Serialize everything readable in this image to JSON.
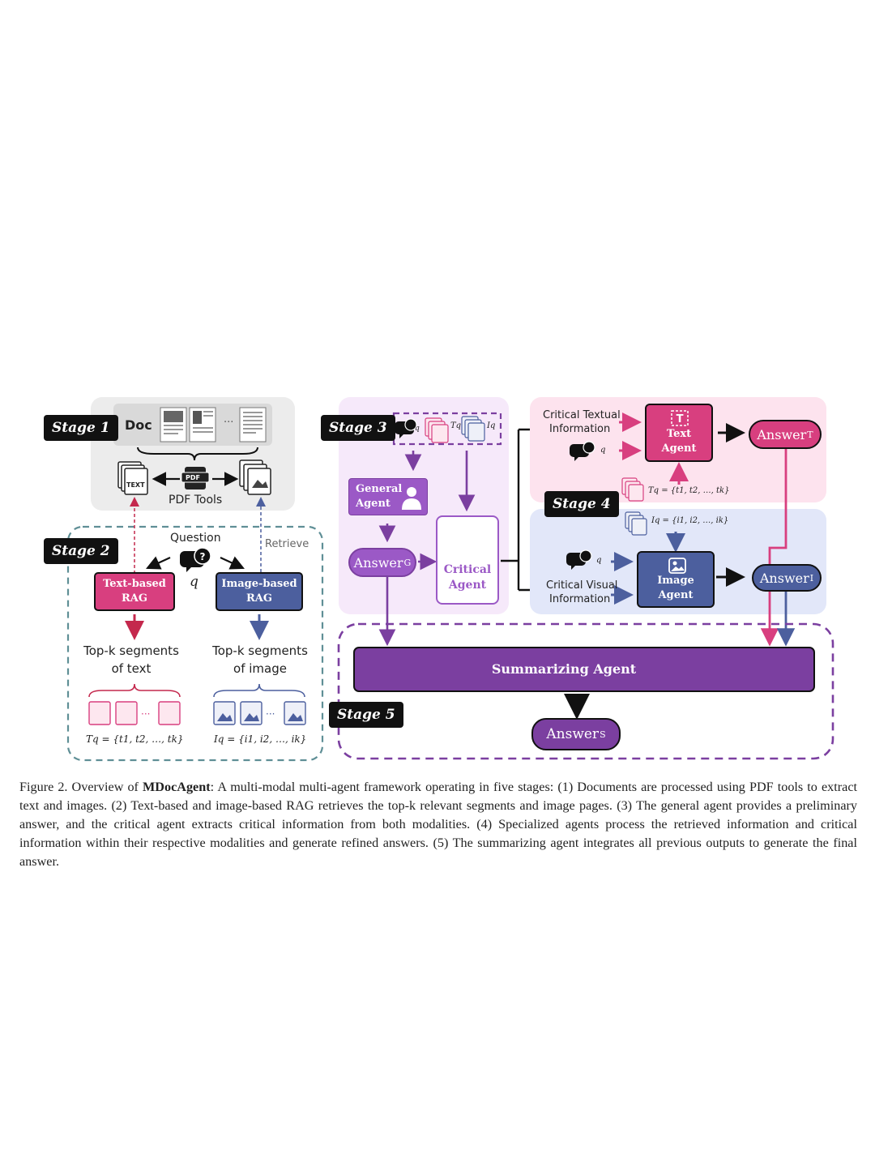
{
  "stages": {
    "s1": "Stage 1",
    "s2": "Stage 2",
    "s3": "Stage 3",
    "s4": "Stage 4",
    "s5": "Stage 5"
  },
  "stage1": {
    "doc_label": "Doc",
    "ellipsis": "···",
    "pdf_tools": "PDF Tools",
    "pdf_icon_text": "PDF",
    "text_icon_text": "TEXT"
  },
  "stage2": {
    "question": "Question",
    "q": "q",
    "retrieve": "Retrieve",
    "text_rag_line1": "Text-based",
    "text_rag_line2": "RAG",
    "image_rag_line1": "Image-based",
    "image_rag_line2": "RAG",
    "topk_text_line1": "Top-k segments",
    "topk_text_line2": "of text",
    "topk_image_line1": "Top-k segments",
    "topk_image_line2": "of image",
    "tq_formula": "Tq = {t1, t2, …, tk}",
    "iq_formula": "Iq = {i1, i2, …, ik}"
  },
  "stage3": {
    "general_line1": "General",
    "general_line2": "Agent",
    "answer_main": "Answer",
    "answer_sub": "G",
    "critical_line1": "Critical",
    "critical_line2": "Agent",
    "tq": "Tq",
    "iq": "Iq",
    "q": "q"
  },
  "stage4": {
    "crit_text_line1": "Critical Textual",
    "crit_text_line2": "Information",
    "crit_vis_line1": "Critical Visual",
    "crit_vis_line2": "Information",
    "text_agent_line1": "Text",
    "text_agent_line2": "Agent",
    "image_agent_line1": "Image",
    "image_agent_line2": "Agent",
    "answer_t_main": "Answer",
    "answer_t_sub": "T",
    "answer_i_main": "Answer",
    "answer_i_sub": "I",
    "tq_formula": "Tq = {t1, t2, …, tk}",
    "iq_formula": "Iq = {i1, i2, …, ik}",
    "q": "q"
  },
  "stage5": {
    "summarizing": "Summarizing Agent",
    "answer_s_main": "Answer",
    "answer_s_sub": "S"
  },
  "caption": {
    "prefix": "Figure 2. Overview of ",
    "name": "MDocAgent",
    "body": ": A multi-modal multi-agent framework operating in five stages: (1) Documents are processed using PDF tools to extract text and images. (2) Text-based and image-based RAG retrieves the top-k relevant segments and image pages. (3) The general agent provides a preliminary answer, and the critical agent extracts critical information from both modalities. (4) Specialized agents process the retrieved information and critical information within their respective modalities and generate refined answers. (5) The summarizing agent integrates all previous outputs to generate the final answer."
  },
  "colors": {
    "pink": "#d83f7f",
    "blue": "#4c5f9e",
    "purple": "#7b3fa0",
    "lavender": "#9b59c6",
    "black": "#111111"
  }
}
